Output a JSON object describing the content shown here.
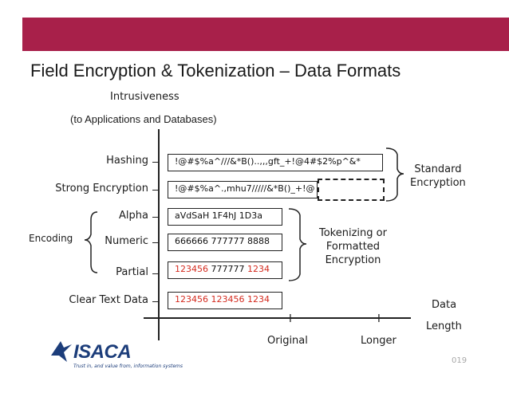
{
  "title": "Field Encryption & Tokenization – Data Formats",
  "y_axis": {
    "label": "Intrusiveness",
    "sublabel": "(to Applications and Databases)"
  },
  "x_axis": {
    "label_line1": "Data",
    "label_line2": "Length",
    "ticks": [
      {
        "mark": "I",
        "label": "Original"
      },
      {
        "mark": "I",
        "label": "Longer"
      }
    ]
  },
  "rows": [
    {
      "label": "Hashing",
      "value": "!@#$%a^///&*B()..,,,gft_+!@4#$2%p^&*"
    },
    {
      "label": "Strong Encryption",
      "value": "!@#$%a^.,mhu7/////&*B()_+!@"
    },
    {
      "label": "Alpha",
      "value": "aVdSaH 1F4hJ 1D3a"
    },
    {
      "label": "Numeric",
      "value": "666666 777777 8888"
    },
    {
      "label": "Partial",
      "value_red1": "123456",
      "value_mid": " 777777 ",
      "value_red2": "1234"
    },
    {
      "label": "Clear Text Data",
      "value": "123456 123456 1234"
    }
  ],
  "groups": {
    "standard": {
      "line1": "Standard",
      "line2": "Encryption"
    },
    "tokenizing": {
      "line1": "Tokenizing or",
      "line2": "Formatted",
      "line3": "Encryption"
    },
    "encoding": "Encoding"
  },
  "logo": {
    "text": "ISACA",
    "tagline": "Trust in, and value from, information systems"
  },
  "page_number": "019",
  "colors": {
    "banner": "#a8204a",
    "highlight": "#d42a1e",
    "logo": "#1c3d7a"
  }
}
